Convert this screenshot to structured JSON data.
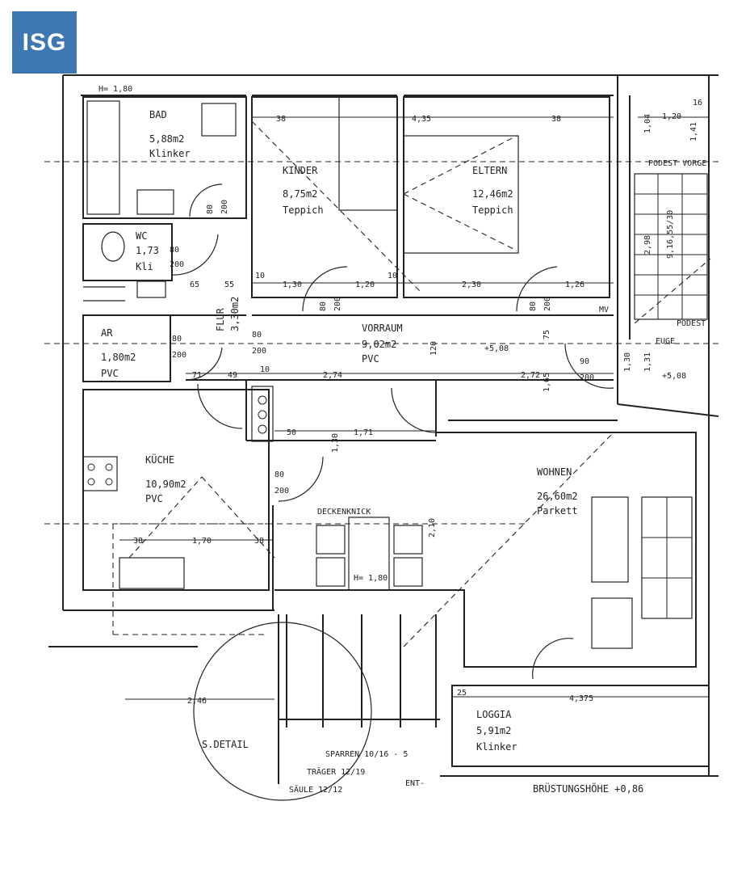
{
  "logo": {
    "text": "ISG",
    "color": "#3d78b3"
  },
  "rooms": {
    "bad": {
      "name": "BAD",
      "area": "5,88m2",
      "floor": "Klinker"
    },
    "wc": {
      "name": "WC",
      "area": "1,73",
      "floor": "Kli"
    },
    "kinder": {
      "name": "KINDER",
      "area": "8,75m2",
      "floor": "Teppich"
    },
    "eltern": {
      "name": "ELTERN",
      "area": "12,46m2",
      "floor": "Teppich"
    },
    "flur": {
      "name": "FLUR",
      "area": "3,30m2"
    },
    "ar": {
      "name": "AR",
      "area": "1,80m2",
      "floor": "PVC"
    },
    "vorraum": {
      "name": "VORRAUM",
      "area": "9,02m2",
      "floor": "PVC"
    },
    "kueche": {
      "name": "KÜCHE",
      "area": "10,90m2",
      "floor": "PVC"
    },
    "wohnen": {
      "name": "WOHNEN",
      "area": "26,60m2",
      "floor": "Parkett"
    },
    "loggia": {
      "name": "LOGGIA",
      "area": "5,91m2",
      "floor": "Klinker"
    }
  },
  "labels": {
    "h_bad": "H= 1,80",
    "deckenknick": "DECKENKNICK",
    "h_deckenknick": "H= 1,80",
    "podest": "PODEST",
    "podest_top": "PODEST VORGE",
    "fuge": "FUGE",
    "sdetail": "S.DETAIL",
    "sparren": "SPARREN 10/16 - 5",
    "traeger": "TRÄGER 12/19",
    "saeule": "SÄULE 12/12",
    "brustung": "BRÜSTUNGSHÖHE +0,86",
    "ent": "ENT-",
    "elev1": "+5,08",
    "elev2": "+5,08",
    "mv": "MV"
  },
  "dims": {
    "d38a": "38",
    "d435": "4,35",
    "d38b": "38",
    "d120": "1,20",
    "d16": "16",
    "d80a": "80",
    "d200a": "200",
    "d80b": "80",
    "d200b": "200",
    "d65": "65",
    "d55": "55",
    "d10a": "10",
    "d130": "1,30",
    "d120b": "1,20",
    "d10b": "10",
    "d230": "2,30",
    "d126": "1,26",
    "d80c": "80",
    "d200c": "200",
    "d80d": "80",
    "d200d": "200",
    "d80e": "80",
    "d200e": "200",
    "d80f": "80",
    "d200f": "200",
    "d90": "90",
    "d200g": "200",
    "d71": "71",
    "d49": "49",
    "d274": "2,74",
    "d10c": "10",
    "d272": "2,72",
    "d50": "50",
    "d171": "1,71",
    "d130b": "1,30",
    "d80g": "80",
    "d200h": "200",
    "d38c": "38",
    "d170": "1,70",
    "d38d": "38",
    "d246": "2,46",
    "d25": "25",
    "d4375": "4,375",
    "d210": "2,10",
    "d75": "75",
    "d120c": "120",
    "d165": "1,65",
    "d131": "1,31",
    "d130c": "1,30",
    "d104": "1,04",
    "d141": "1,41",
    "d298": "2,98",
    "d916": "9,16,55/30"
  }
}
